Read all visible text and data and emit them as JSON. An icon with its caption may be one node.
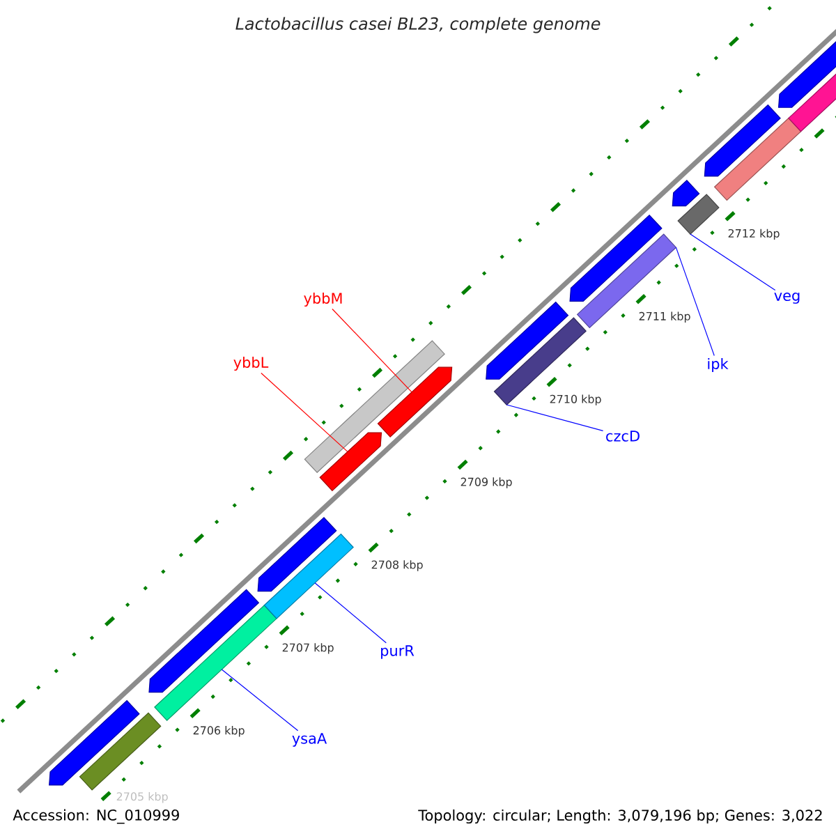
{
  "diagram": {
    "title": "Lactobacillus casei BL23, complete genome",
    "nodes": [
      {
        "text": [
          "ybbM"
        ]
      },
      {
        "text": [
          "ybbL"
        ]
      },
      {
        "text": [
          "veg"
        ]
      },
      {
        "text": [
          "ipk"
        ]
      },
      {
        "text": [
          "czcD"
        ]
      },
      {
        "text": [
          "purR"
        ]
      },
      {
        "text": [
          "ysaA"
        ]
      },
      {
        "text": [],
        "shape": "bar"
      },
      {
        "text": [],
        "shape": "bar"
      },
      {
        "text": [],
        "shape": "bar"
      },
      {
        "text": [],
        "shape": "bar"
      },
      {
        "text": [],
        "shape": "bar"
      },
      {
        "text": [],
        "shape": "bar"
      },
      {
        "text": [],
        "shape": "bar"
      },
      {
        "text": [],
        "shape": "bar"
      },
      {
        "text": [],
        "shape": "bar"
      },
      {
        "text": [],
        "shape": "bar"
      },
      {
        "text": [],
        "shape": "bar"
      },
      {
        "text": [],
        "shape": "bar"
      },
      {
        "text": [],
        "shape": "bar"
      },
      {
        "text": [],
        "shape": "bar"
      },
      {
        "text": [],
        "shape": "bar"
      },
      {
        "text": [],
        "shape": "bar"
      },
      {
        "text": [],
        "shape": "bar"
      },
      {
        "text": [],
        "shape": "bar"
      },
      {
        "text": [],
        "shape": "bar"
      }
    ],
    "edges": [
      {
        "from": 0,
        "to": 15,
        "arrow": "none",
        "color": "#ff0000"
      },
      {
        "from": 1,
        "to": 14,
        "arrow": "none",
        "color": "#ff0000"
      },
      {
        "from": 2,
        "to": 21,
        "arrow": "none"
      },
      {
        "from": 3,
        "to": 19,
        "arrow": "none"
      },
      {
        "from": 4,
        "to": 17,
        "arrow": "none"
      },
      {
        "from": 5,
        "to": 12,
        "arrow": "none"
      },
      {
        "from": 6,
        "to": 10,
        "arrow": "none"
      }
    ],
    "labels": [
      "2712 kbp",
      "2711 kbp",
      "2710 kbp",
      "2709 kbp",
      "2708 kbp",
      "2707 kbp",
      "2706 kbp",
      "2705 kbp",
      "Accession: NC_010999",
      "Topology: circular; Length: 3,079,196 bp; Genes: 3,022"
    ]
  }
}
